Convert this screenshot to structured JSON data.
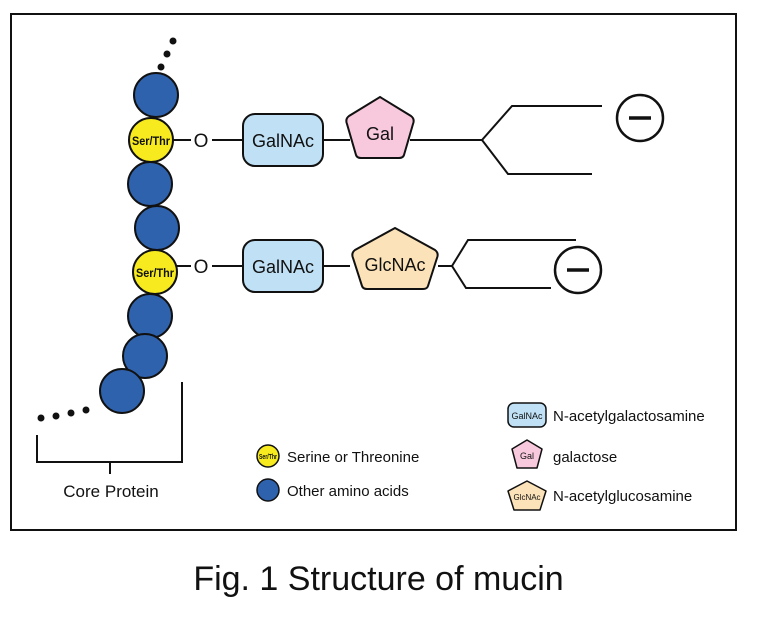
{
  "colors": {
    "amino_acid": "#2f62ad",
    "ser_thr": "#f7ea1e",
    "galnac": "#bfe0f5",
    "gal": "#f8c8dc",
    "glcnac": "#fbe2b8",
    "stroke": "#111111"
  },
  "chain": {
    "ser_thr_label": "Ser/Thr",
    "linker_label": "O"
  },
  "branch_top": {
    "sugar1": "GalNAc",
    "sugar2": "Gal",
    "charge": "−"
  },
  "branch_bottom": {
    "sugar1": "GalNAc",
    "sugar2": "GlcNAc",
    "charge": "−"
  },
  "core_protein_label": "Core Protein",
  "legend": {
    "residues": [
      {
        "symbol": "Ser/Thr",
        "label": "Serine or Threonine"
      },
      {
        "symbol": "",
        "label": "Other amino acids"
      }
    ],
    "sugars": [
      {
        "symbol": "GalNAc",
        "label": "N-acetylgalactosamine"
      },
      {
        "symbol": "Gal",
        "label": "galactose"
      },
      {
        "symbol": "GlcNAc",
        "label": "N-acetylglucosamine"
      }
    ]
  },
  "caption": "Fig. 1 Structure of mucin"
}
